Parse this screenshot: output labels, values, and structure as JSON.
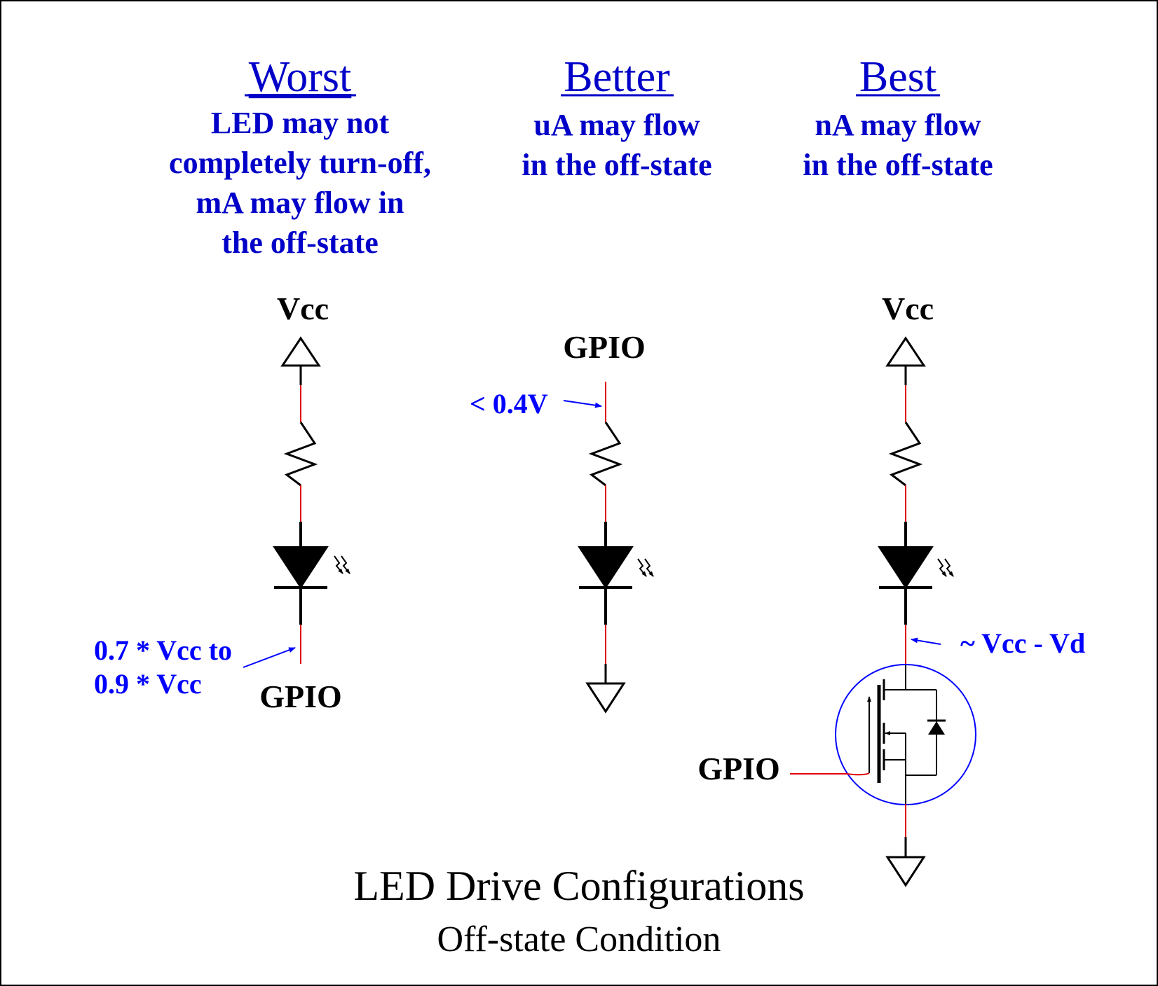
{
  "colors": {
    "frame": "#000000",
    "heading": "#0000c8",
    "wire": "#e00000",
    "component": "#000000",
    "annotation": "#0000ff",
    "circle": "#0000ff",
    "title": "#000000"
  },
  "columns": {
    "worst": {
      "heading": "Worst",
      "desc": [
        "LED may not",
        "completely turn-off,",
        "mA may flow in",
        "the off-state"
      ],
      "top_label": "Vcc",
      "bottom_label": "GPIO",
      "annotation": [
        "0.7 * Vcc to",
        "0.9 * Vcc"
      ]
    },
    "better": {
      "heading": "Better",
      "desc": [
        "uA may flow",
        "in the off-state"
      ],
      "top_label": "GPIO",
      "annotation": "< 0.4V"
    },
    "best": {
      "heading": "Best",
      "desc": [
        "nA may flow",
        "in the off-state"
      ],
      "top_label": "Vcc",
      "gate_label": "GPIO",
      "annotation": "~ Vcc - Vd"
    }
  },
  "title": "LED Drive Configurations",
  "subtitle": "Off-state Condition"
}
